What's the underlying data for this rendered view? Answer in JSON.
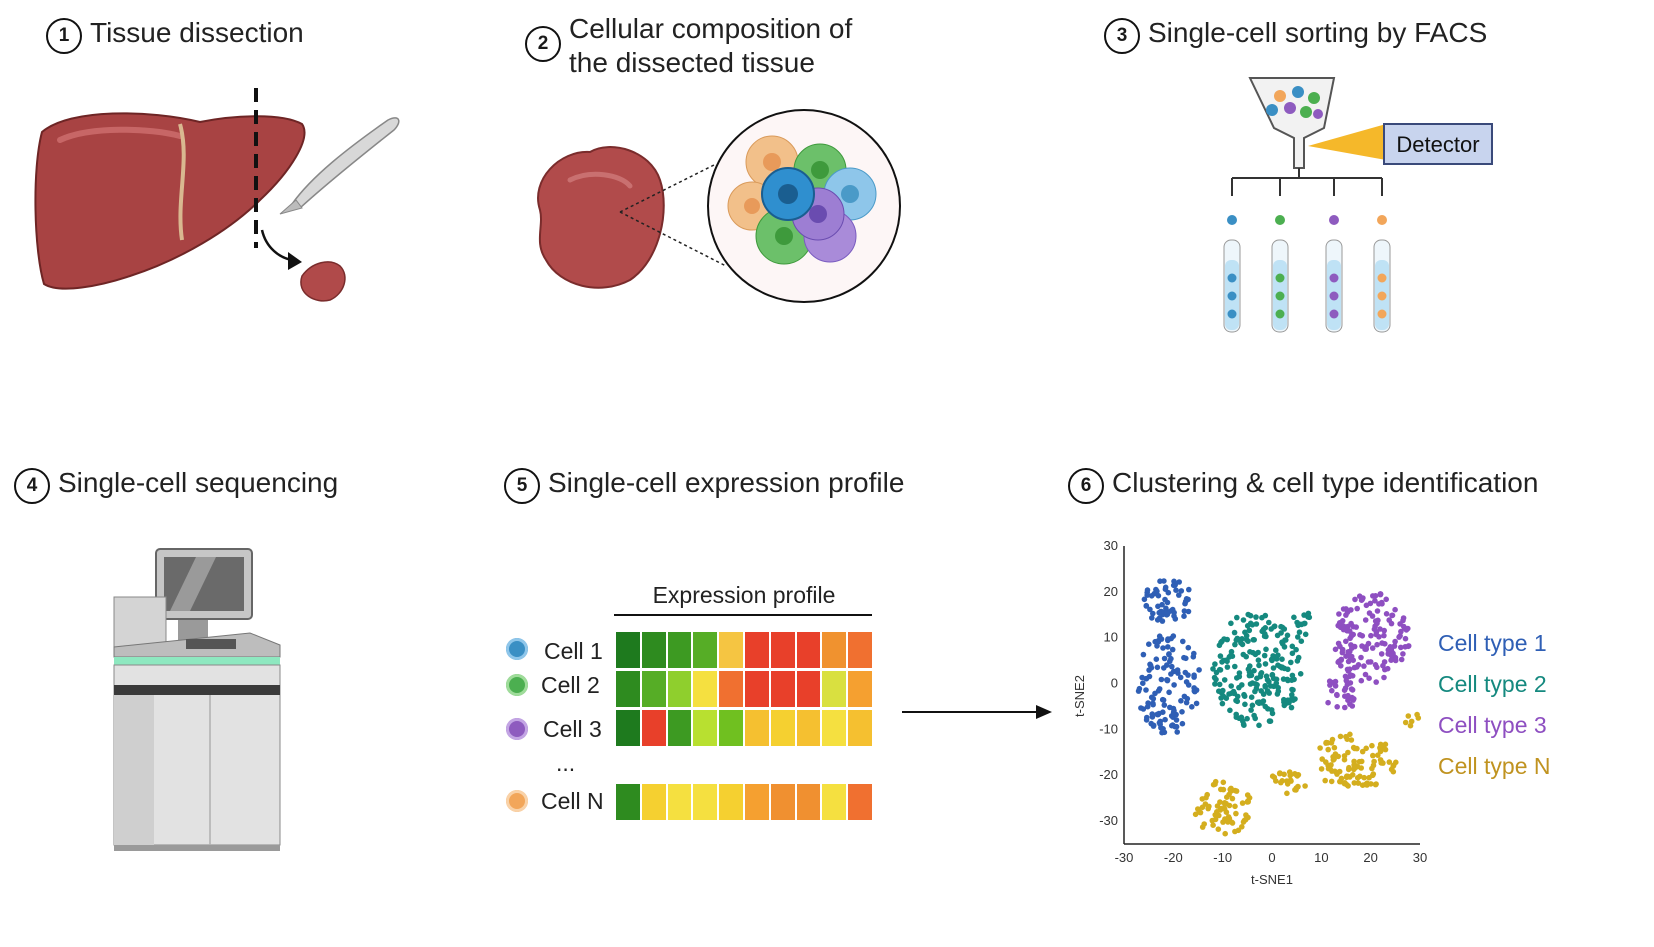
{
  "steps": [
    {
      "number": "1",
      "title_lines": [
        "Tissue dissection"
      ]
    },
    {
      "number": "2",
      "title_lines": [
        "Cellular composition of",
        "the dissected tissue"
      ]
    },
    {
      "number": "3",
      "title_lines": [
        "Single-cell sorting by FACS"
      ]
    },
    {
      "number": "4",
      "title_lines": [
        "Single-cell sequencing"
      ]
    },
    {
      "number": "5",
      "title_lines": [
        "Single-cell expression profile"
      ]
    },
    {
      "number": "6",
      "title_lines": [
        "Clustering & cell type identification"
      ]
    }
  ],
  "facs": {
    "detector_label": "Detector",
    "tube_colors": [
      "#3a8fc4",
      "#4caf50",
      "#8e5bbf",
      "#f2a65a"
    ]
  },
  "expression": {
    "header": "Expression profile",
    "ellipsis": "...",
    "rows": [
      {
        "label": "Cell 1",
        "dot_color": "#3a8fc4",
        "colors": [
          "#1e7a1e",
          "#2e8b1f",
          "#3d9a22",
          "#56ad26",
          "#f5c542",
          "#e8402a",
          "#e8402a",
          "#e8402a",
          "#f0922f",
          "#f07030"
        ]
      },
      {
        "label": "Cell 2",
        "dot_color": "#4caf50",
        "colors": [
          "#2e8b1f",
          "#56ad26",
          "#8fcf2d",
          "#f5e040",
          "#f07030",
          "#e8402a",
          "#e8402a",
          "#e8402a",
          "#d9e040",
          "#f5a030"
        ]
      },
      {
        "label": "Cell 3",
        "dot_color": "#8e5bbf",
        "colors": [
          "#1e7a1e",
          "#e8402a",
          "#3d9a22",
          "#b8e030",
          "#70c020",
          "#f5c030",
          "#f5d030",
          "#f5c030",
          "#f5e040",
          "#f5c030"
        ]
      },
      {
        "label": "Cell N",
        "dot_color": "#f2a65a",
        "colors": [
          "#2e8b1f",
          "#f5d030",
          "#f5e040",
          "#f5e040",
          "#f5d030",
          "#f5a030",
          "#f09030",
          "#f09030",
          "#f5e040",
          "#f07030"
        ]
      }
    ]
  },
  "chart_data": {
    "type": "scatter",
    "xlabel": "t-SNE1",
    "ylabel": "t-SNE2",
    "xlim": [
      -30,
      30
    ],
    "ylim": [
      -35,
      30
    ],
    "xticks": [
      -30,
      -20,
      -10,
      0,
      10,
      20,
      30
    ],
    "yticks": [
      30,
      20,
      10,
      0,
      -10,
      -20,
      -30
    ],
    "series": [
      {
        "name": "Cell type 1",
        "color": "#2f5fb5",
        "clusters": [
          {
            "cx": -21,
            "cy": 18,
            "rx": 5,
            "ry": 5,
            "n": 55
          },
          {
            "cx": -21,
            "cy": 0,
            "rx": 6.5,
            "ry": 11,
            "n": 120
          }
        ]
      },
      {
        "name": "Cell type 2",
        "color": "#15897f",
        "clusters": [
          {
            "cx": -3,
            "cy": 3,
            "rx": 9,
            "ry": 13,
            "n": 210
          },
          {
            "cx": 6,
            "cy": 13,
            "rx": 2,
            "ry": 4,
            "n": 15
          }
        ]
      },
      {
        "name": "Cell type 3",
        "color": "#8e4fc1",
        "clusters": [
          {
            "cx": 20,
            "cy": 10,
            "rx": 8,
            "ry": 10,
            "n": 150
          },
          {
            "cx": 14,
            "cy": -2,
            "rx": 3,
            "ry": 6,
            "n": 30
          }
        ]
      },
      {
        "name": "Cell type N",
        "color": "#d4ae1e",
        "clusters": [
          {
            "cx": -10,
            "cy": -27,
            "rx": 6,
            "ry": 6,
            "n": 70
          },
          {
            "cx": 17,
            "cy": -17,
            "rx": 9,
            "ry": 6,
            "n": 100
          },
          {
            "cx": 3,
            "cy": -22,
            "rx": 4,
            "ry": 3,
            "n": 25
          },
          {
            "cx": 28,
            "cy": -8,
            "rx": 2,
            "ry": 2,
            "n": 6
          }
        ]
      }
    ]
  }
}
